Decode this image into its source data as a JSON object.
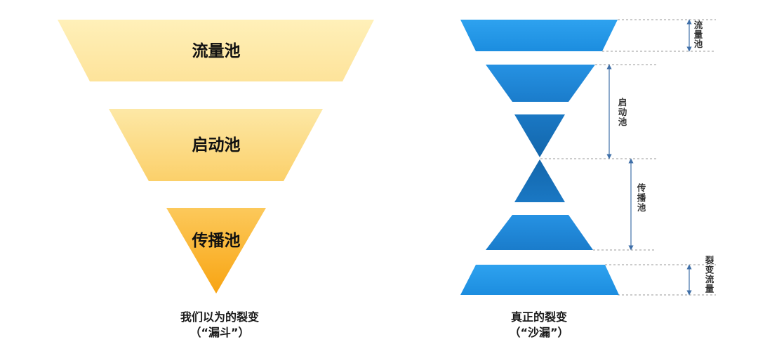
{
  "funnel": {
    "stages": [
      {
        "label": "流量池"
      },
      {
        "label": "启动池"
      },
      {
        "label": "传播池"
      }
    ],
    "caption_line1": "我们以为的裂变",
    "caption_line2": "（“漏斗”）"
  },
  "hourglass": {
    "labels": {
      "traffic": "流量池",
      "launch": "启动池",
      "spread": "传播池",
      "fission": "裂变流量"
    },
    "caption_line1": "真正的裂变",
    "caption_line2": "（“沙漏”）"
  },
  "colors": {
    "funnel_light": "#fde9a4",
    "funnel_mid": "#fbd26a",
    "funnel_deep": "#f8a818",
    "hourglass_light": "#36a6ee",
    "hourglass_dark": "#1570b8",
    "arrow": "#3f6fa8",
    "guide": "#9a9a9a"
  }
}
